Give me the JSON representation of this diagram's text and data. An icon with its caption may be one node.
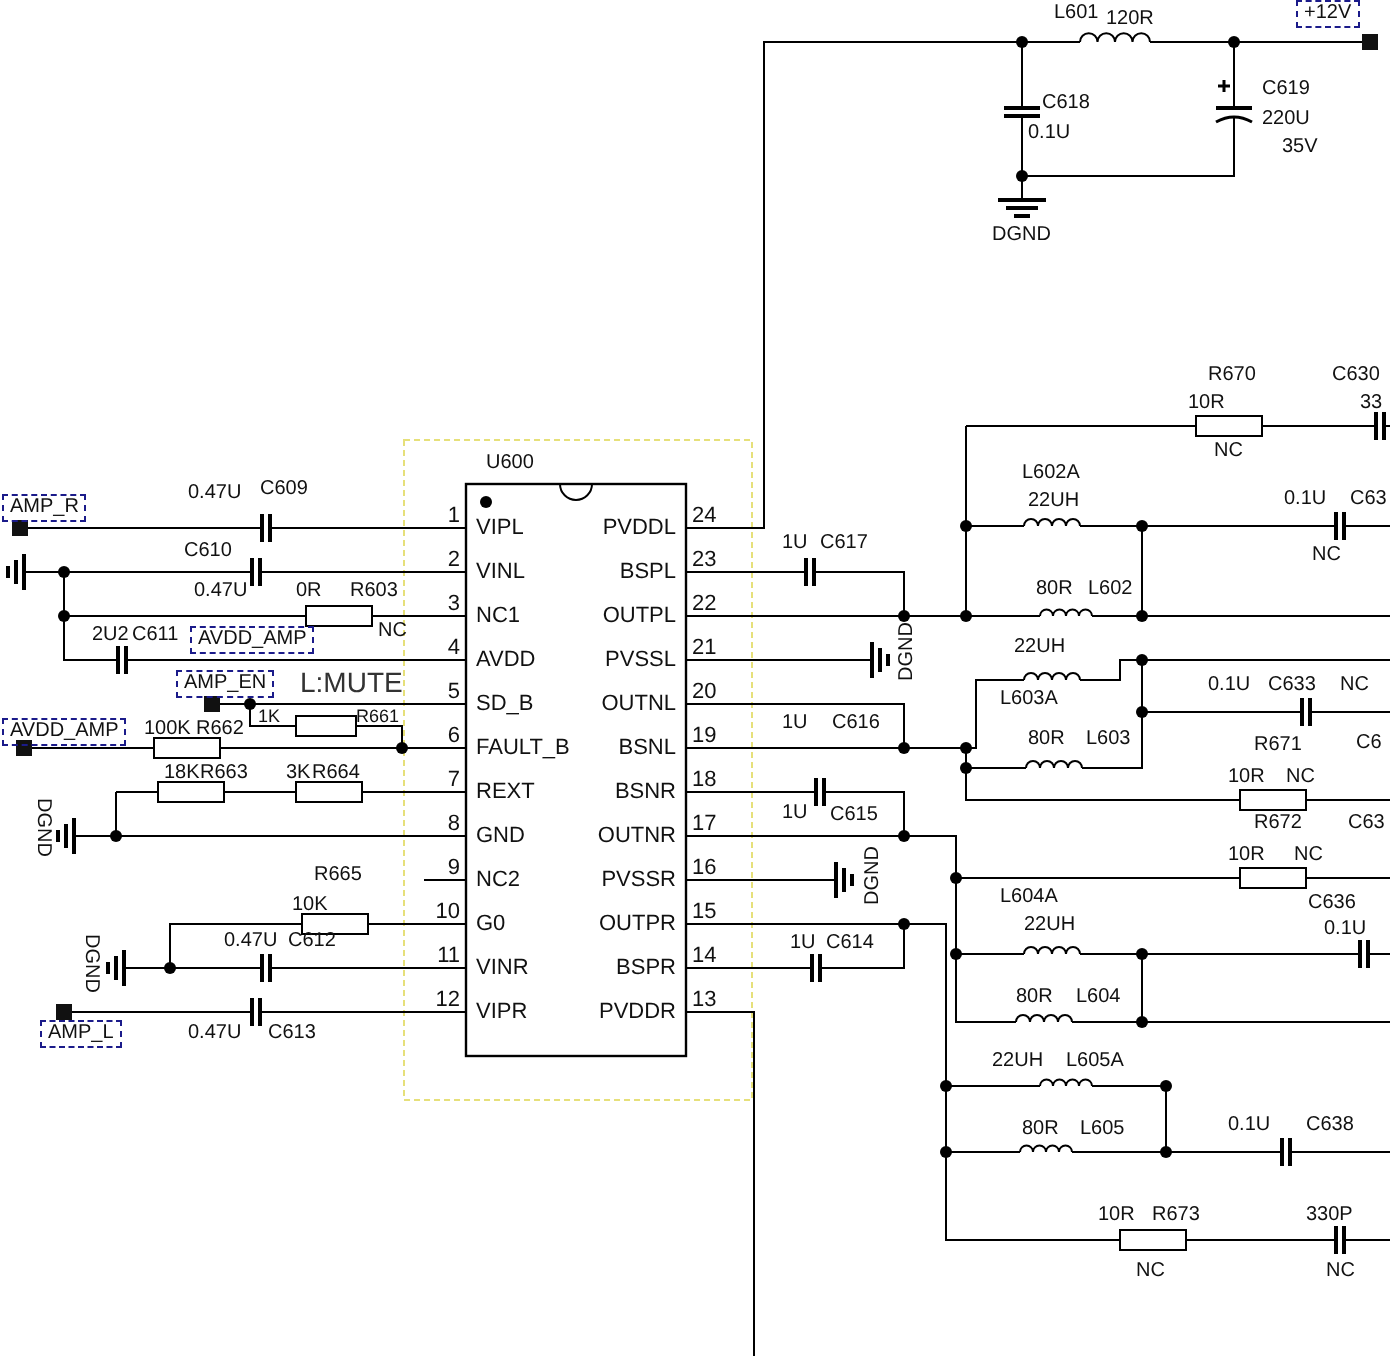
{
  "diagram": {
    "labels": [
      "L601",
      "+12V",
      "120R",
      "C618",
      "0.1U",
      "C619",
      "220U",
      "35V",
      "DGND",
      "U600",
      "1",
      "VIPL",
      "PVDDL",
      "24",
      "2",
      "VINL",
      "BSPL",
      "23",
      "3",
      "NC1",
      "OUTPL",
      "22",
      "4",
      "AVDD",
      "PVSSL",
      "21",
      "5",
      "SD_B",
      "OUTNL",
      "20",
      "6",
      "FAULT_B",
      "BSNL",
      "19",
      "7",
      "REXT",
      "BSNR",
      "18",
      "8",
      "GND",
      "OUTNR",
      "17",
      "9",
      "NC2",
      "PVSSR",
      "16",
      "10",
      "G0",
      "OUTPR",
      "15",
      "11",
      "VINR",
      "BSPR",
      "14",
      "12",
      "VIPR",
      "PVDDR",
      "13",
      "AMP_R",
      "0.47U",
      "C609",
      "C610",
      "0.47U",
      "0R",
      "R603",
      "2U2",
      "C611",
      "AVDD_AMP",
      "NC",
      "AMP_EN",
      "L:MUTE",
      "1K",
      "R661",
      "AVDD_AMP",
      "100K",
      "R662",
      "18K",
      "R663",
      "3K",
      "R664",
      "DGND",
      "R665",
      "10K",
      "DGND",
      "0.47U",
      "C612",
      "AMP_L",
      "0.47U",
      "C613",
      "1U",
      "C617",
      "DGND",
      "1U",
      "C616",
      "1U",
      "C615",
      "DGND",
      "1U",
      "C614",
      "R670",
      "10R",
      "NC",
      "C630",
      "33",
      "L602A",
      "22UH",
      "0.1U",
      "C63",
      "NC",
      "80R",
      "L602",
      "22UH",
      "L603A",
      "0.1U",
      "C633",
      "NC",
      "80R",
      "L603",
      "R671",
      "10R",
      "NC",
      "C6",
      "R672",
      "10R",
      "NC",
      "C63",
      "C636",
      "0.1U",
      "L604A",
      "22UH",
      "80R",
      "L604",
      "22UH",
      "L605A",
      "80R",
      "L605",
      "0.1U",
      "C638",
      "10R",
      "R673",
      "NC",
      "330P",
      "NC"
    ]
  }
}
